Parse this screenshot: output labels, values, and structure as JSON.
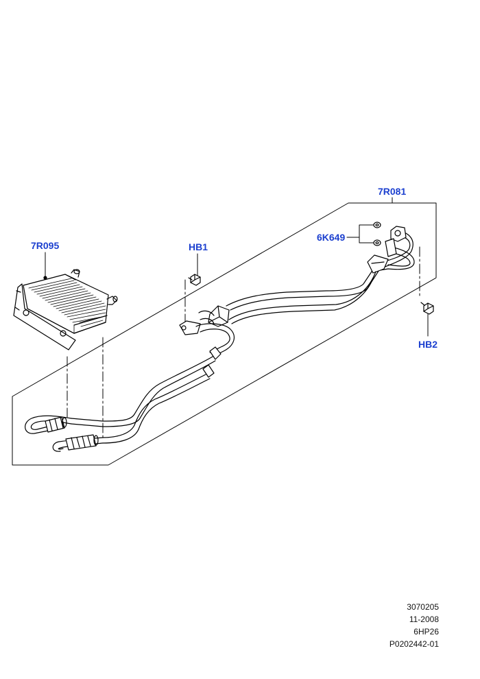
{
  "colors": {
    "callout": "#1b3fcf",
    "line": "#000000",
    "background": "#ffffff"
  },
  "callouts": {
    "oil_cooler": "7R095",
    "bolt_1": "HB1",
    "cooler_lines": "7R081",
    "o_rings": "6K649",
    "bolt_2": "HB2"
  },
  "footer": {
    "line_1": "3070205",
    "line_2": "11-2008",
    "line_3": "6HP26",
    "line_4": "P0202442-01"
  }
}
